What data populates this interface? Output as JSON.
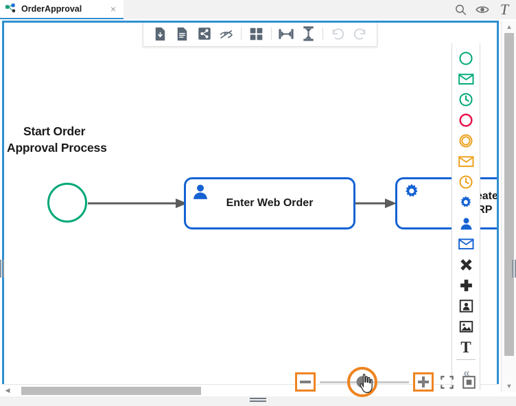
{
  "tab": {
    "title": "OrderApproval",
    "icon": "diagram-icon",
    "close_label": "×"
  },
  "topbar": {
    "icons": [
      {
        "name": "search-icon",
        "label": "Search"
      },
      {
        "name": "eye-icon",
        "label": "Preview"
      },
      {
        "name": "text-format-icon",
        "label": "T"
      }
    ]
  },
  "toolbar": {
    "items": [
      {
        "name": "export-file-icon",
        "label": "Export",
        "disabled": false
      },
      {
        "name": "document-icon",
        "label": "Documentation",
        "disabled": false
      },
      {
        "name": "share-icon",
        "label": "Share",
        "disabled": false
      },
      {
        "name": "eye-slash-icon",
        "label": "Hide",
        "disabled": false
      },
      {
        "name": "grid-layout-icon",
        "label": "Grid",
        "disabled": false
      },
      {
        "name": "distribute-horizontal-icon",
        "label": "Distribute Horizontal",
        "disabled": false
      },
      {
        "name": "distribute-vertical-icon",
        "label": "Distribute Vertical",
        "disabled": false
      },
      {
        "name": "undo-icon",
        "label": "Undo",
        "disabled": true
      },
      {
        "name": "redo-icon",
        "label": "Redo",
        "disabled": true
      }
    ]
  },
  "diagram": {
    "title_line1": "Start Order",
    "title_line2": "Approval Process",
    "nodes": [
      {
        "name": "start-event",
        "type": "start-event",
        "label": "",
        "icon": "none",
        "color": "#00a878"
      },
      {
        "name": "task-enter-web-order",
        "type": "user-task",
        "label": "Enter Web Order",
        "icon": "user-icon",
        "color": "#1562d3"
      },
      {
        "name": "task-create-order-erp",
        "type": "service-task",
        "label_line1": "Create",
        "label_line2": "ERP",
        "icon": "gear-icon",
        "color": "#1562d3"
      }
    ],
    "connectors": [
      {
        "name": "flow-start-to-enter-web-order",
        "color": "#5c5c5c"
      },
      {
        "name": "flow-enter-web-order-to-erp",
        "color": "#5c5c5c"
      }
    ]
  },
  "palette": {
    "items": [
      {
        "name": "palette-start-event-icon",
        "shape": "circle",
        "color": "#00a878"
      },
      {
        "name": "palette-message-start-icon",
        "shape": "envelope",
        "color": "#00a878"
      },
      {
        "name": "palette-timer-start-icon",
        "shape": "clock",
        "color": "#00a878"
      },
      {
        "name": "palette-end-event-icon",
        "shape": "circle",
        "color": "#e8134b"
      },
      {
        "name": "palette-intermediate-event-icon",
        "shape": "double-circle",
        "color": "#eda01c"
      },
      {
        "name": "palette-message-event-icon",
        "shape": "envelope",
        "color": "#eda01c"
      },
      {
        "name": "palette-timer-event-icon",
        "shape": "clock",
        "color": "#eda01c"
      },
      {
        "name": "palette-service-task-icon",
        "shape": "gear",
        "color": "#1562d3"
      },
      {
        "name": "palette-user-task-icon",
        "shape": "user",
        "color": "#1562d3"
      },
      {
        "name": "palette-send-task-icon",
        "shape": "envelope",
        "color": "#1562d3"
      },
      {
        "name": "palette-exclusive-gateway-icon",
        "shape": "cross-x",
        "color": "#2b2b2b"
      },
      {
        "name": "palette-parallel-gateway-icon",
        "shape": "cross-plus",
        "color": "#2b2b2b"
      },
      {
        "name": "palette-pool-icon",
        "shape": "user-frame",
        "color": "#2b2b2b"
      },
      {
        "name": "palette-image-icon",
        "shape": "image",
        "color": "#2b2b2b"
      },
      {
        "name": "palette-text-icon",
        "shape": "text-t",
        "color": "#2b2b2b"
      }
    ],
    "collapse_label": "«"
  },
  "zoom_controls": {
    "zoom_out": {
      "name": "zoom-out-button",
      "label": "−"
    },
    "zoom_in": {
      "name": "zoom-in-button",
      "label": "+"
    },
    "slider_value_percent": 48,
    "fit_screen": {
      "name": "fit-to-screen-button"
    },
    "actual_size": {
      "name": "actual-size-button"
    },
    "accent_color": "#ef8420"
  },
  "scrollbars": {
    "horizontal": {
      "thumb_start_percent": 2,
      "thumb_width_percent": 38
    },
    "vertical": {
      "thumb_start_percent": 3,
      "thumb_width_percent": 88
    }
  }
}
